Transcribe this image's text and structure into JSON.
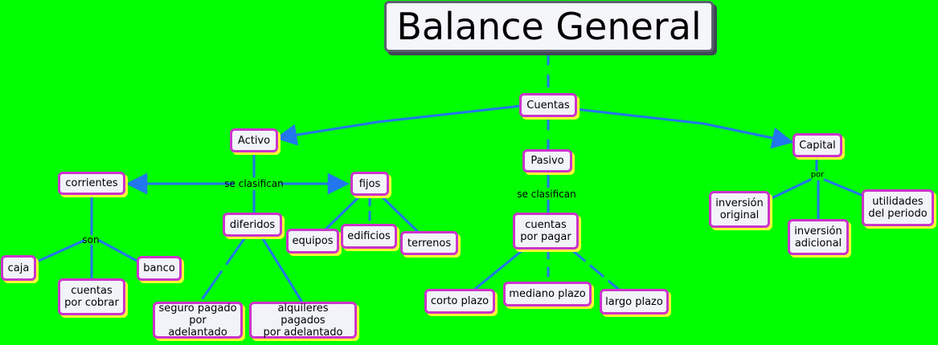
{
  "title": "Balance General",
  "colors": {
    "background": "#00ff00",
    "node_border": "#cc33cc",
    "node_shadow": "#ffff33",
    "link": "#2277ee"
  },
  "nodes": {
    "cuentas": "Cuentas",
    "activo": "Activo",
    "pasivo": "Pasivo",
    "capital": "Capital",
    "corrientes": "corrientes",
    "fijos": "fijos",
    "diferidos": "diferidos",
    "caja": "caja",
    "banco": "banco",
    "cuentas_por_cobrar": "cuentas\npor cobrar",
    "equipos": "equipos",
    "edificios": "edificios",
    "terrenos": "terrenos",
    "seguro_pagado": "seguro pagado\npor adelantado",
    "alquileres_pagados": "alquileres pagados\npor adelantado",
    "cuentas_por_pagar": "cuentas\npor pagar",
    "corto_plazo": "corto plazo",
    "mediano_plazo": "mediano plazo",
    "largo_plazo": "largo plazo",
    "inversion_original": "inversión\noriginal",
    "inversion_adicional": "inversión\nadicional",
    "utilidades": "utilidades\ndel periodo"
  },
  "labels": {
    "activo_se_clasifican": "se clasifican",
    "pasivo_se_clasifican": "se clasifican",
    "son": "son",
    "por": "por"
  }
}
